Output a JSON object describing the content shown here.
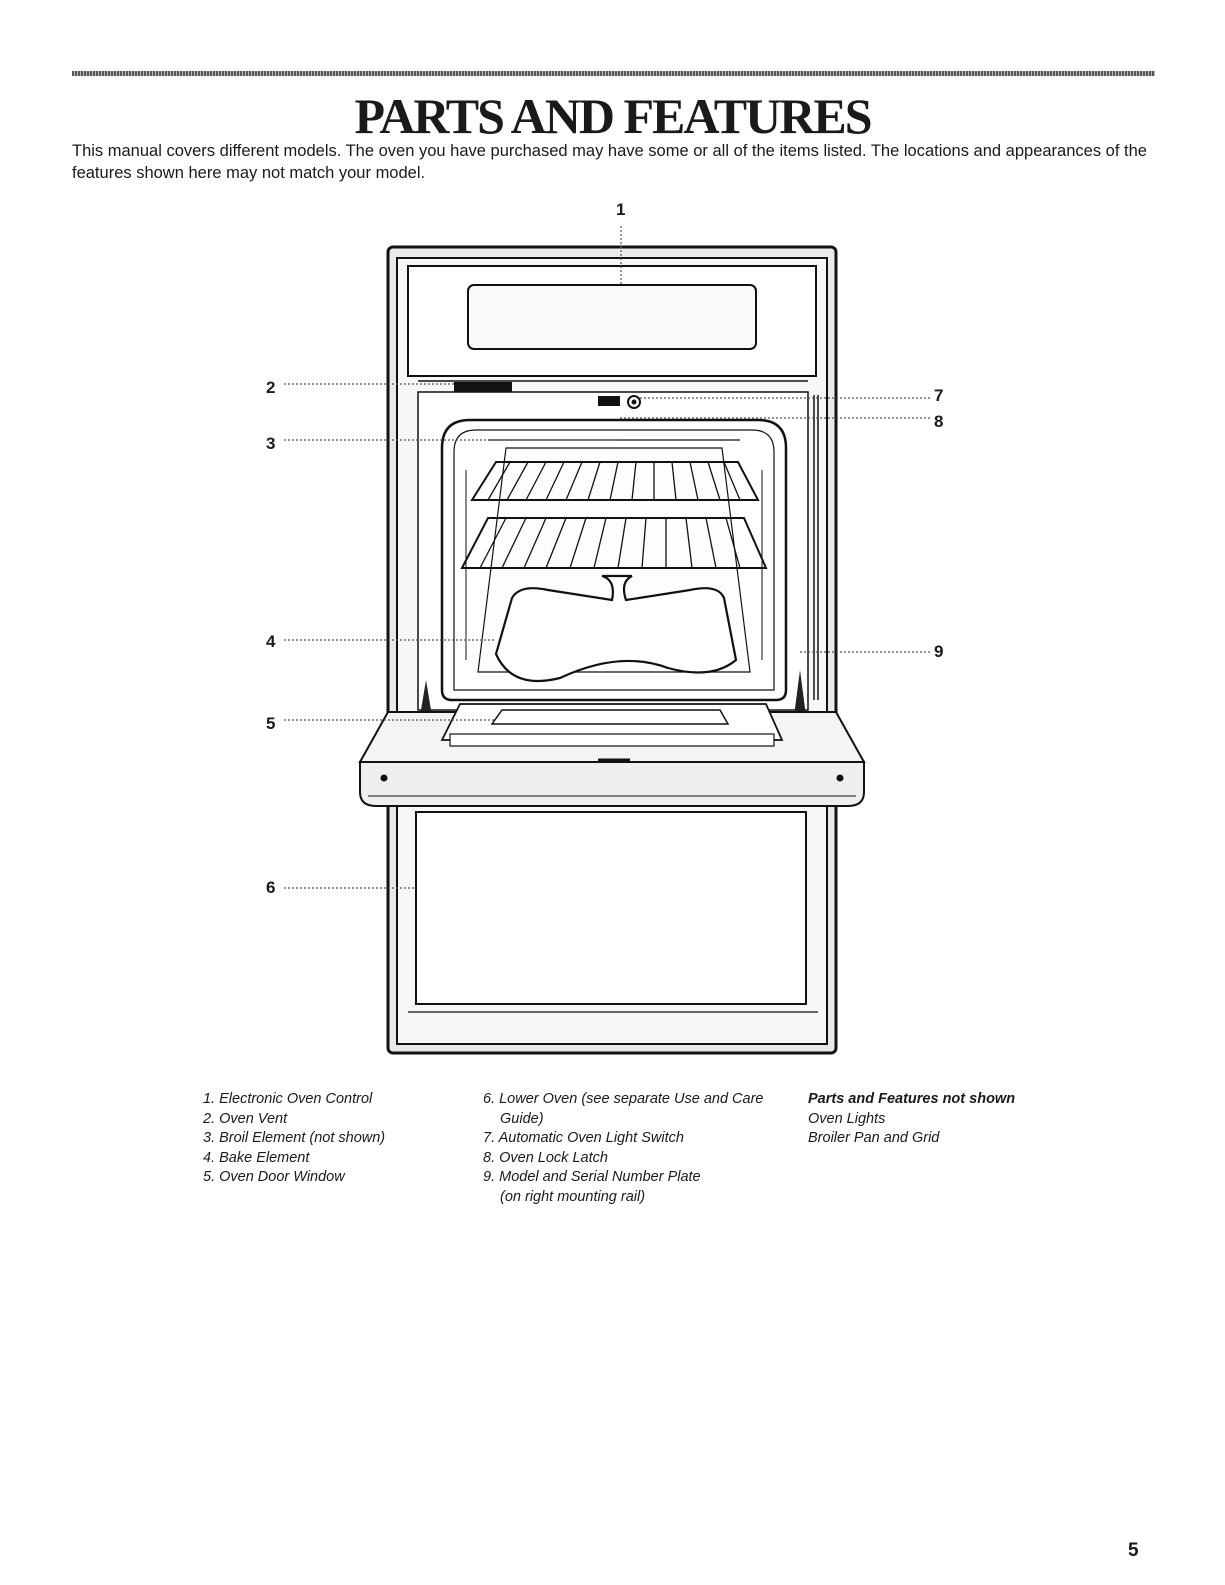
{
  "title": "PARTS AND FEATURES",
  "intro": "This manual covers different models. The oven you have purchased may have some or all of the items listed. The locations and appearances of the features shown here may not match your model.",
  "callouts": [
    "1",
    "2",
    "3",
    "4",
    "5",
    "6",
    "7",
    "8",
    "9"
  ],
  "legend": {
    "col1": [
      "1. Electronic Oven Control",
      "2. Oven Vent",
      "3. Broil Element (not shown)",
      "4. Bake Element",
      "5. Oven Door Window"
    ],
    "col2": [
      "6. Lower Oven (see separate Use and Care",
      "Guide)",
      "7. Automatic Oven Light Switch",
      "8. Oven Lock Latch",
      "9. Model and Serial Number Plate",
      "(on right mounting rail)"
    ],
    "col3_heading": "Parts and Features not shown",
    "col3": [
      "Oven Lights",
      "Broiler Pan and Grid"
    ]
  },
  "page_number": "5"
}
